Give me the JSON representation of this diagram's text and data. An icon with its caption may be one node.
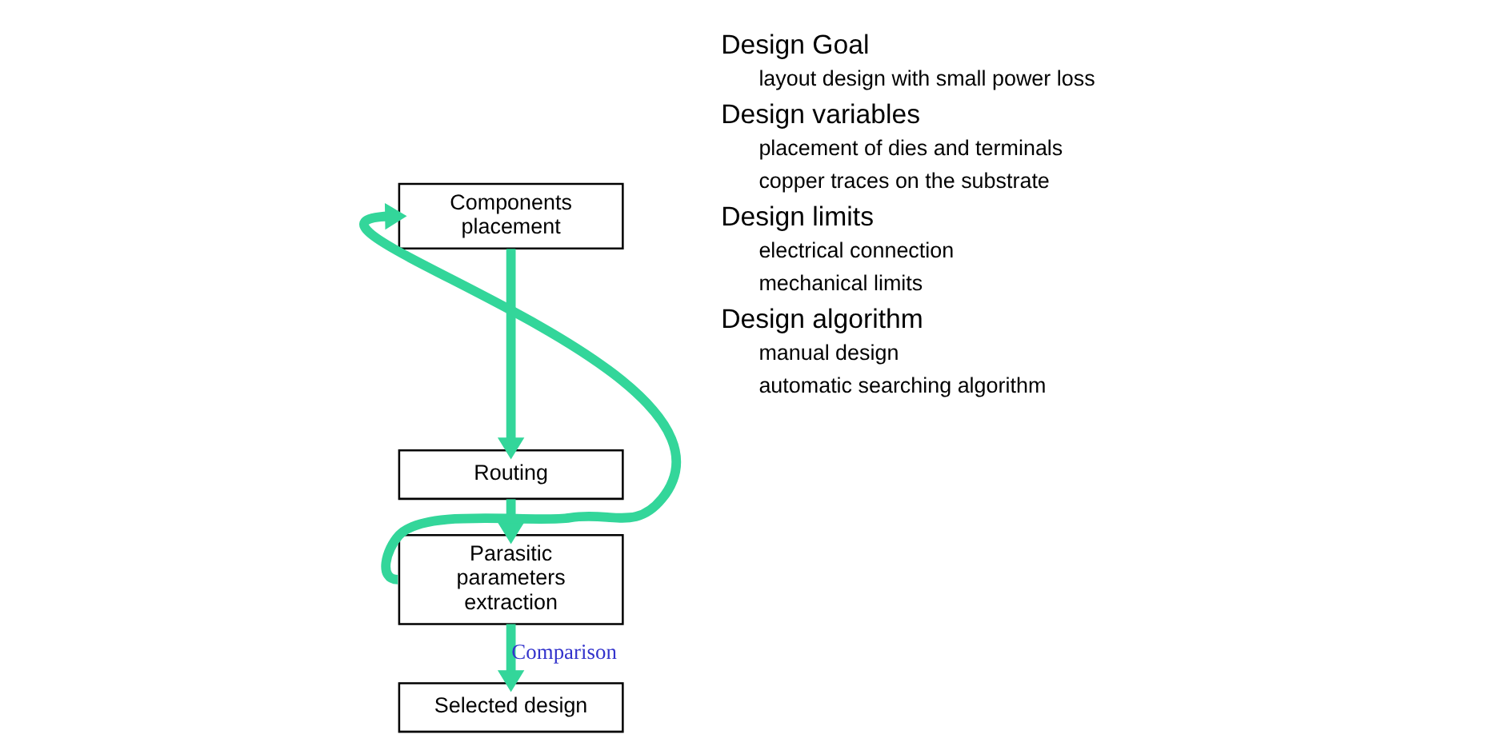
{
  "diagram": {
    "nodes": [
      {
        "text": [
          "Components placement"
        ]
      },
      {
        "text": [
          "Routing"
        ]
      },
      {
        "text": [
          "Parasitic parameters extraction"
        ]
      },
      {
        "text": [
          "Selected design"
        ]
      }
    ],
    "edges": [
      {
        "from": 0,
        "to": 1,
        "arrow": "to"
      },
      {
        "from": 1,
        "to": 2,
        "arrow": "to"
      },
      {
        "from": 2,
        "to": 3,
        "arrow": "to",
        "label": "Comparison"
      },
      {
        "from": 2,
        "to": 0,
        "arrow": "to"
      }
    ],
    "labels": [
      "Design Goal",
      "layout design with small power loss",
      "Design variables",
      "placement of dies and terminals",
      "copper traces on the substrate",
      "Design limits",
      "electrical connection",
      "mechanical limits",
      "Design algorithm",
      "manual design",
      "automatic searching algorithm"
    ]
  }
}
